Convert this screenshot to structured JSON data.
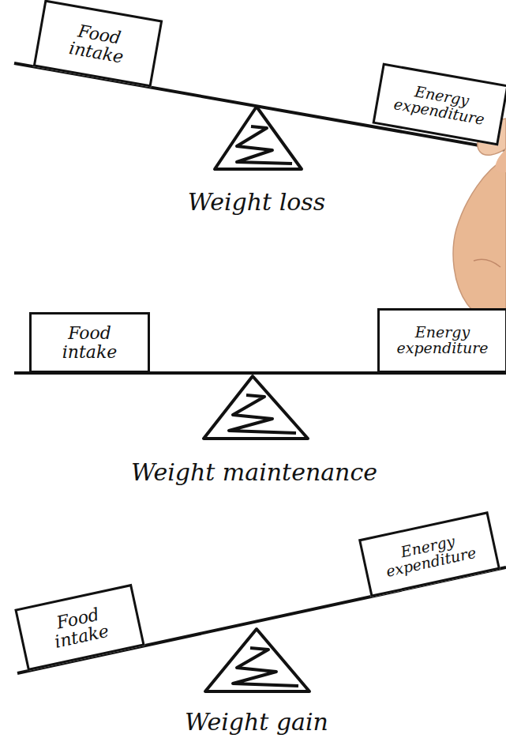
{
  "diagram": {
    "nodes": [
      {
        "text": [
          "Food intake"
        ]
      },
      {
        "text": [
          "Energy expenditure"
        ]
      },
      {
        "text": [
          "Food intake"
        ]
      },
      {
        "text": [
          "Energy expenditure"
        ]
      },
      {
        "text": [
          "Food intake"
        ]
      },
      {
        "text": [
          "Energy expenditure"
        ]
      }
    ],
    "labels": [
      "Weight loss",
      "Weight maintenance",
      "Weight gain"
    ]
  }
}
